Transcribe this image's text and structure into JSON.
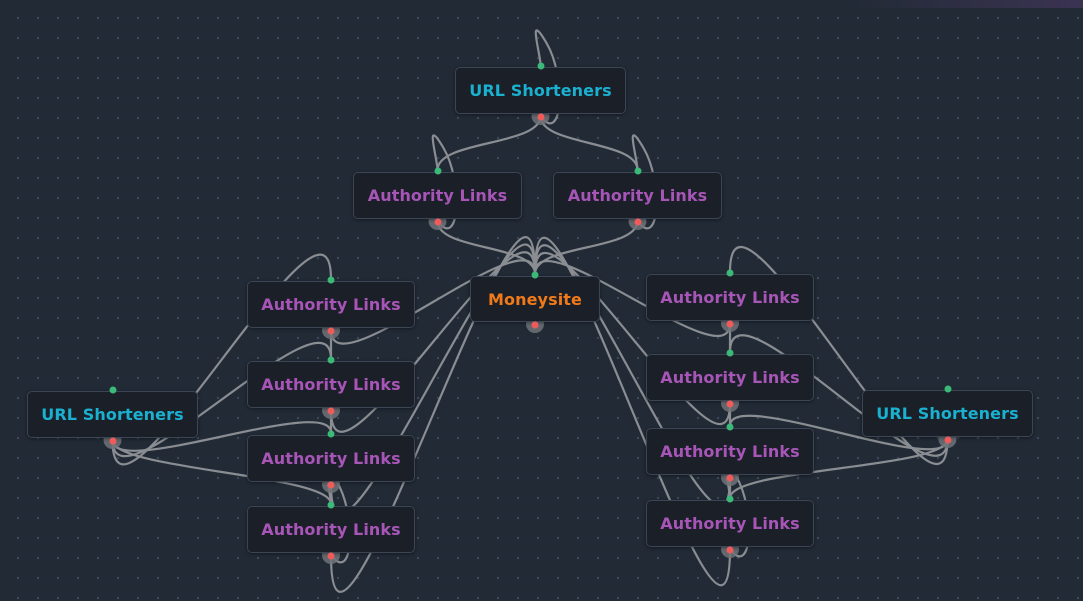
{
  "colors": {
    "background": "#212a35",
    "node_bg": "#1a1f28",
    "node_border": "#3b4554",
    "edge": "#8a8d92",
    "input_port": "#3cb878",
    "output_port": "#ef5b5b",
    "moneysite_text": "#f07a1a",
    "authority_text": "#a855b8",
    "shortener_text": "#1ab0d0"
  },
  "node_types": {
    "moneysite": {
      "label": "Moneysite",
      "color": "#f07a1a"
    },
    "authority": {
      "label": "Authority Links",
      "color": "#a855b8"
    },
    "shortener": {
      "label": "URL Shorteners",
      "color": "#1ab0d0"
    }
  },
  "nodes": [
    {
      "id": "moneysite",
      "type": "moneysite",
      "label": "Moneysite"
    },
    {
      "id": "shortener-top",
      "type": "shortener",
      "label": "URL Shorteners"
    },
    {
      "id": "authority-top-left",
      "type": "authority",
      "label": "Authority Links"
    },
    {
      "id": "authority-top-right",
      "type": "authority",
      "label": "Authority Links"
    },
    {
      "id": "authority-left-1",
      "type": "authority",
      "label": "Authority Links"
    },
    {
      "id": "authority-left-2",
      "type": "authority",
      "label": "Authority Links"
    },
    {
      "id": "authority-left-3",
      "type": "authority",
      "label": "Authority Links"
    },
    {
      "id": "authority-left-4",
      "type": "authority",
      "label": "Authority Links"
    },
    {
      "id": "authority-right-1",
      "type": "authority",
      "label": "Authority Links"
    },
    {
      "id": "authority-right-2",
      "type": "authority",
      "label": "Authority Links"
    },
    {
      "id": "authority-right-3",
      "type": "authority",
      "label": "Authority Links"
    },
    {
      "id": "authority-right-4",
      "type": "authority",
      "label": "Authority Links"
    },
    {
      "id": "shortener-left",
      "type": "shortener",
      "label": "URL Shorteners"
    },
    {
      "id": "shortener-right",
      "type": "shortener",
      "label": "URL Shorteners"
    }
  ],
  "edges": [
    [
      "authority-top-left",
      "moneysite"
    ],
    [
      "authority-top-right",
      "moneysite"
    ],
    [
      "authority-left-1",
      "moneysite"
    ],
    [
      "authority-left-2",
      "moneysite"
    ],
    [
      "authority-left-3",
      "moneysite"
    ],
    [
      "authority-left-4",
      "moneysite"
    ],
    [
      "authority-right-1",
      "moneysite"
    ],
    [
      "authority-right-2",
      "moneysite"
    ],
    [
      "authority-right-3",
      "moneysite"
    ],
    [
      "authority-right-4",
      "moneysite"
    ],
    [
      "shortener-top",
      "authority-top-left"
    ],
    [
      "shortener-top",
      "authority-top-right"
    ],
    [
      "shortener-left",
      "authority-left-1"
    ],
    [
      "shortener-left",
      "authority-left-2"
    ],
    [
      "shortener-left",
      "authority-left-3"
    ],
    [
      "shortener-left",
      "authority-left-4"
    ],
    [
      "shortener-right",
      "authority-right-1"
    ],
    [
      "shortener-right",
      "authority-right-2"
    ],
    [
      "shortener-right",
      "authority-right-3"
    ],
    [
      "shortener-right",
      "authority-right-4"
    ],
    [
      "authority-top-left",
      "authority-top-left"
    ],
    [
      "authority-top-right",
      "authority-top-right"
    ],
    [
      "shortener-top",
      "shortener-top"
    ],
    [
      "authority-left-1",
      "authority-left-2"
    ],
    [
      "authority-left-2",
      "authority-left-3"
    ],
    [
      "authority-left-3",
      "authority-left-4"
    ],
    [
      "authority-left-4",
      "authority-left-4"
    ],
    [
      "authority-right-1",
      "authority-right-2"
    ],
    [
      "authority-right-2",
      "authority-right-3"
    ],
    [
      "authority-right-3",
      "authority-right-4"
    ],
    [
      "authority-right-4",
      "authority-right-4"
    ]
  ]
}
